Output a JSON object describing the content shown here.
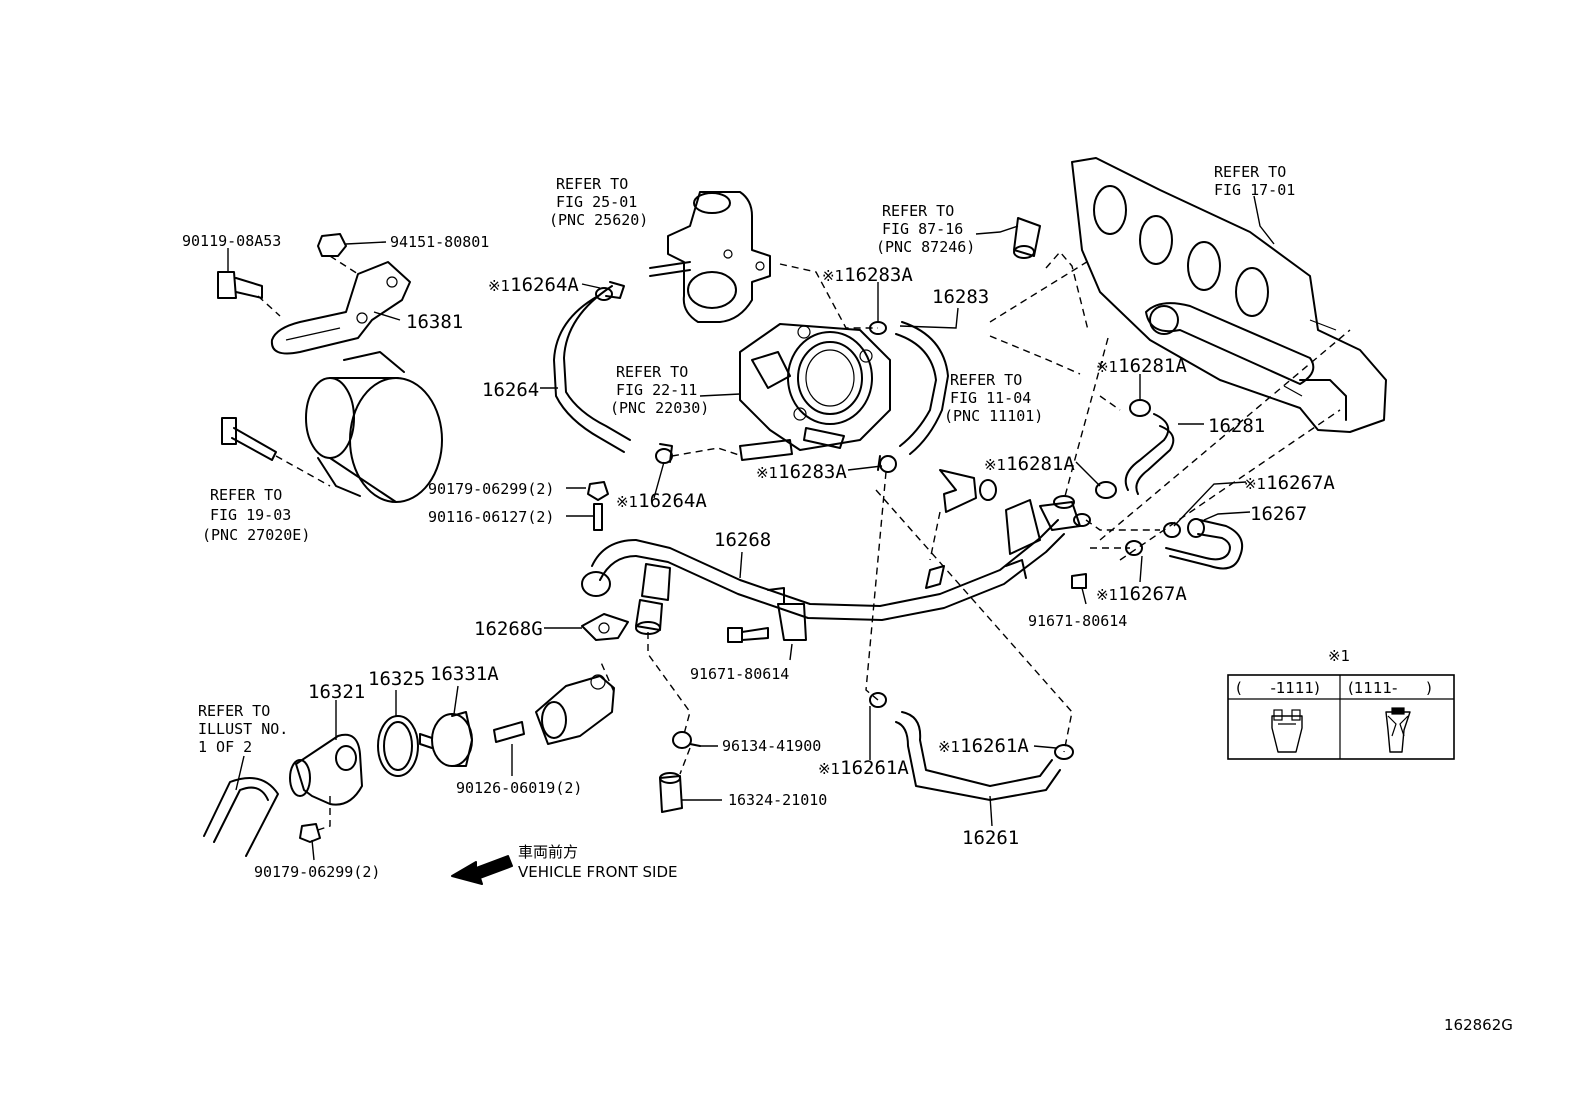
{
  "diagram_id": "162862G",
  "note_mark": "※1",
  "note_prefix": "※1",
  "refer_blocks": [
    {
      "id": "fig2501",
      "lines": [
        "REFER TO",
        "FIG 25-01",
        "(PNC 25620)"
      ]
    },
    {
      "id": "fig8716",
      "lines": [
        "REFER TO",
        "FIG 87-16",
        "(PNC 87246)"
      ]
    },
    {
      "id": "fig1701",
      "lines": [
        "REFER TO",
        "FIG 17-01"
      ]
    },
    {
      "id": "fig2211",
      "lines": [
        "REFER TO",
        "FIG 22-11",
        "(PNC 22030)"
      ]
    },
    {
      "id": "fig1104",
      "lines": [
        "REFER TO",
        "FIG 11-04",
        "(PNC 11101)"
      ]
    },
    {
      "id": "fig1903",
      "lines": [
        "REFER TO",
        "FIG 19-03",
        "(PNC 27020E)"
      ]
    },
    {
      "id": "illust",
      "lines": [
        "REFER TO",
        "ILLUST NO.",
        "1 OF 2"
      ]
    }
  ],
  "parts": {
    "p90119": "90119-08A53",
    "p94151": "94151-80801",
    "p16381": "16381",
    "p16264": "16264",
    "p16264A_top": "16264A",
    "p16264A_bot": "16264A",
    "p16283A_top": "16283A",
    "p16283A_mid": "16283A",
    "p16283": "16283",
    "p16281A_top": "16281A",
    "p16281A_bot": "16281A",
    "p16281": "16281",
    "p16267A_top": "16267A",
    "p16267A_bot": "16267A",
    "p16267": "16267",
    "p90179_a": "90179-06299(2)",
    "p90116": "90116-06127(2)",
    "p16268": "16268",
    "p16268G": "16268G",
    "p91671_a": "91671-80614",
    "p91671_b": "91671-80614",
    "p16321": "16321",
    "p16325": "16325",
    "p16331A": "16331A",
    "p90126": "90126-06019(2)",
    "p96134": "96134-41900",
    "p16324": "16324-21010",
    "p16261A_left": "16261A",
    "p16261A_right": "16261A",
    "p16261": "16261",
    "p90179_b": "90179-06299(2)"
  },
  "front": {
    "jp": "車両前方",
    "en": "VEHICLE FRONT SIDE"
  },
  "legend": {
    "mark": "※1",
    "col1": "(      -1111)",
    "col2": "(1111-      )"
  }
}
